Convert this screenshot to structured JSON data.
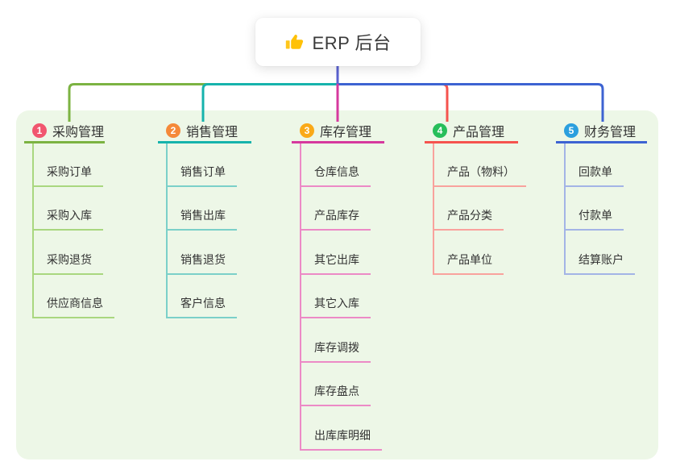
{
  "root": {
    "label": "ERP 后台",
    "icon": "thumbs-up-icon"
  },
  "colors": {
    "canvas_bg": "#FFFFFF",
    "panel_bg": "#EDF7E7",
    "root_stem_line": "#5B62D1",
    "text": "#333333"
  },
  "branches": [
    {
      "number": "1",
      "label": "采购管理",
      "line_color": "#7CB342",
      "light_line_color": "#A9D77F",
      "badge_color": "#F1566F",
      "children": [
        "采购订单",
        "采购入库",
        "采购退货",
        "供应商信息"
      ]
    },
    {
      "number": "2",
      "label": "销售管理",
      "line_color": "#16B3AC",
      "light_line_color": "#7BD0C9",
      "badge_color": "#F58939",
      "children": [
        "销售订单",
        "销售出库",
        "销售退货",
        "客户信息"
      ]
    },
    {
      "number": "3",
      "label": "库存管理",
      "line_color": "#D6399E",
      "light_line_color": "#EC8AC6",
      "badge_color": "#FAA918",
      "children": [
        "仓库信息",
        "产品库存",
        "其它出库",
        "其它入库",
        "库存调拨",
        "库存盘点",
        "出库库明细"
      ]
    },
    {
      "number": "4",
      "label": "产品管理",
      "line_color": "#F5534E",
      "light_line_color": "#F9A29D",
      "badge_color": "#27BE5A",
      "children": [
        "产品（物料）",
        "产品分类",
        "产品单位"
      ]
    },
    {
      "number": "5",
      "label": "财务管理",
      "line_color": "#3D63D2",
      "light_line_color": "#A3B4E6",
      "badge_color": "#2B9FDE",
      "children": [
        "回款单",
        "付款单",
        "结算账户"
      ]
    }
  ]
}
